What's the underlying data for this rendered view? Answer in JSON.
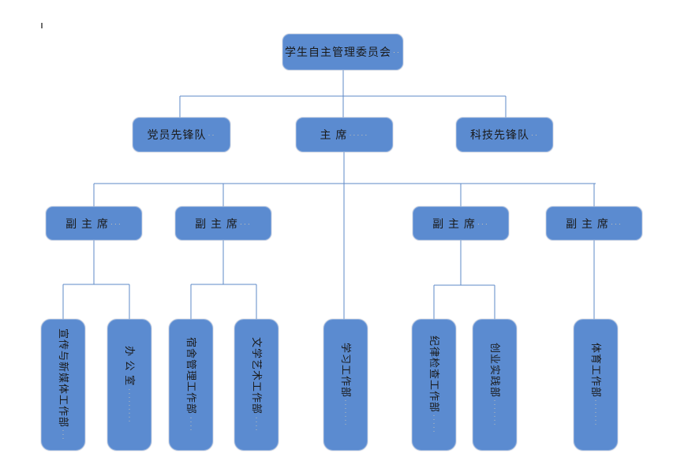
{
  "org_chart": {
    "colors": {
      "node_fill": "#5B8BD0",
      "node_border": "#86A9DB",
      "connector": "#5D8AC7",
      "text": "#1a1a1a",
      "formatting_marks": "#D8CBB0"
    },
    "root": {
      "label": "学生自主管理委员会",
      "marks": "··"
    },
    "level2": [
      {
        "label": "党员先锋队",
        "marks": "··"
      },
      {
        "label": "主 席",
        "marks": "·····"
      },
      {
        "label": "科技先锋队",
        "marks": "··"
      }
    ],
    "level3": [
      {
        "label": "副 主 席",
        "marks": "···"
      },
      {
        "label": "副 主 席",
        "marks": "···"
      },
      {
        "label": "副 主 席",
        "marks": "···"
      },
      {
        "label": "副 主 席",
        "marks": "···"
      }
    ],
    "level4": [
      {
        "label": "宣传与新媒体工作部",
        "marks": "···"
      },
      {
        "label": "办 公 室",
        "marks": "·········"
      },
      {
        "label": "宿舍管理工作部",
        "marks": "····"
      },
      {
        "label": "文学艺术工作部",
        "marks": "····"
      },
      {
        "label": "学习工作部",
        "marks": "·······"
      },
      {
        "label": "纪律检查工作部",
        "marks": "·····"
      },
      {
        "label": "创业实践部",
        "marks": "·······"
      },
      {
        "label": "体育工作部",
        "marks": "·······"
      }
    ]
  }
}
